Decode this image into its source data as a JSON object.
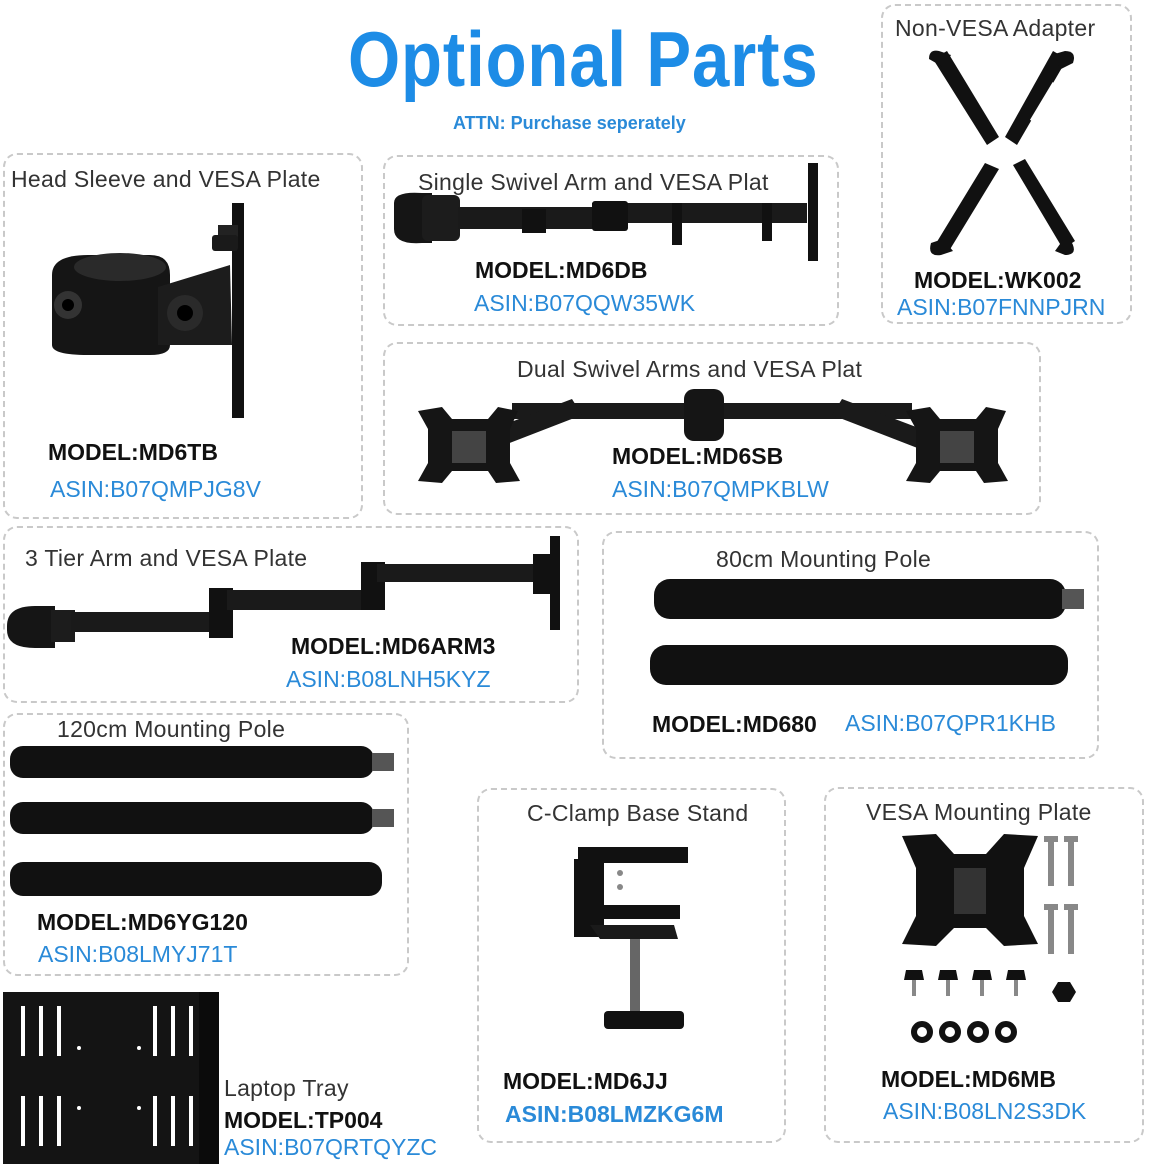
{
  "header": {
    "title": "Optional Parts",
    "note": "ATTN: Purchase seperately"
  },
  "parts": [
    {
      "title": "Head Sleeve and VESA Plate",
      "model": "MODEL:MD6TB",
      "asin": "ASIN:B07QMPJG8V"
    },
    {
      "title": "Single Swivel Arm and VESA Plat",
      "model": "MODEL:MD6DB",
      "asin": "ASIN:B07QQW35WK"
    },
    {
      "title": "Non-VESA Adapter",
      "model": "MODEL:WK002",
      "asin": "ASIN:B07FNNPJRN"
    },
    {
      "title": "Dual Swivel Arms and VESA Plat",
      "model": "MODEL:MD6SB",
      "asin": "ASIN:B07QMPKBLW"
    },
    {
      "title": "3 Tier Arm and VESA Plate",
      "model": "MODEL:MD6ARM3",
      "asin": "ASIN:B08LNH5KYZ"
    },
    {
      "title": "80cm Mounting Pole",
      "model": "MODEL:MD680",
      "asin": "ASIN:B07QPR1KHB"
    },
    {
      "title": "120cm Mounting Pole",
      "model": "MODEL:MD6YG120",
      "asin": "ASIN:B08LMYJ71T"
    },
    {
      "title": "C-Clamp Base Stand",
      "model": "MODEL:MD6JJ",
      "asin": "ASIN:B08LMZKG6M"
    },
    {
      "title": "VESA Mounting Plate",
      "model": "MODEL:MD6MB",
      "asin": "ASIN:B08LN2S3DK"
    },
    {
      "title": "Laptop Tray",
      "model": "MODEL:TP004",
      "asin": "ASIN:B07QRTQYZC"
    }
  ],
  "colors": {
    "accent": "#1d8ce6",
    "asin": "#2a8ad8",
    "model": "#111111",
    "hardware": "#111111"
  }
}
